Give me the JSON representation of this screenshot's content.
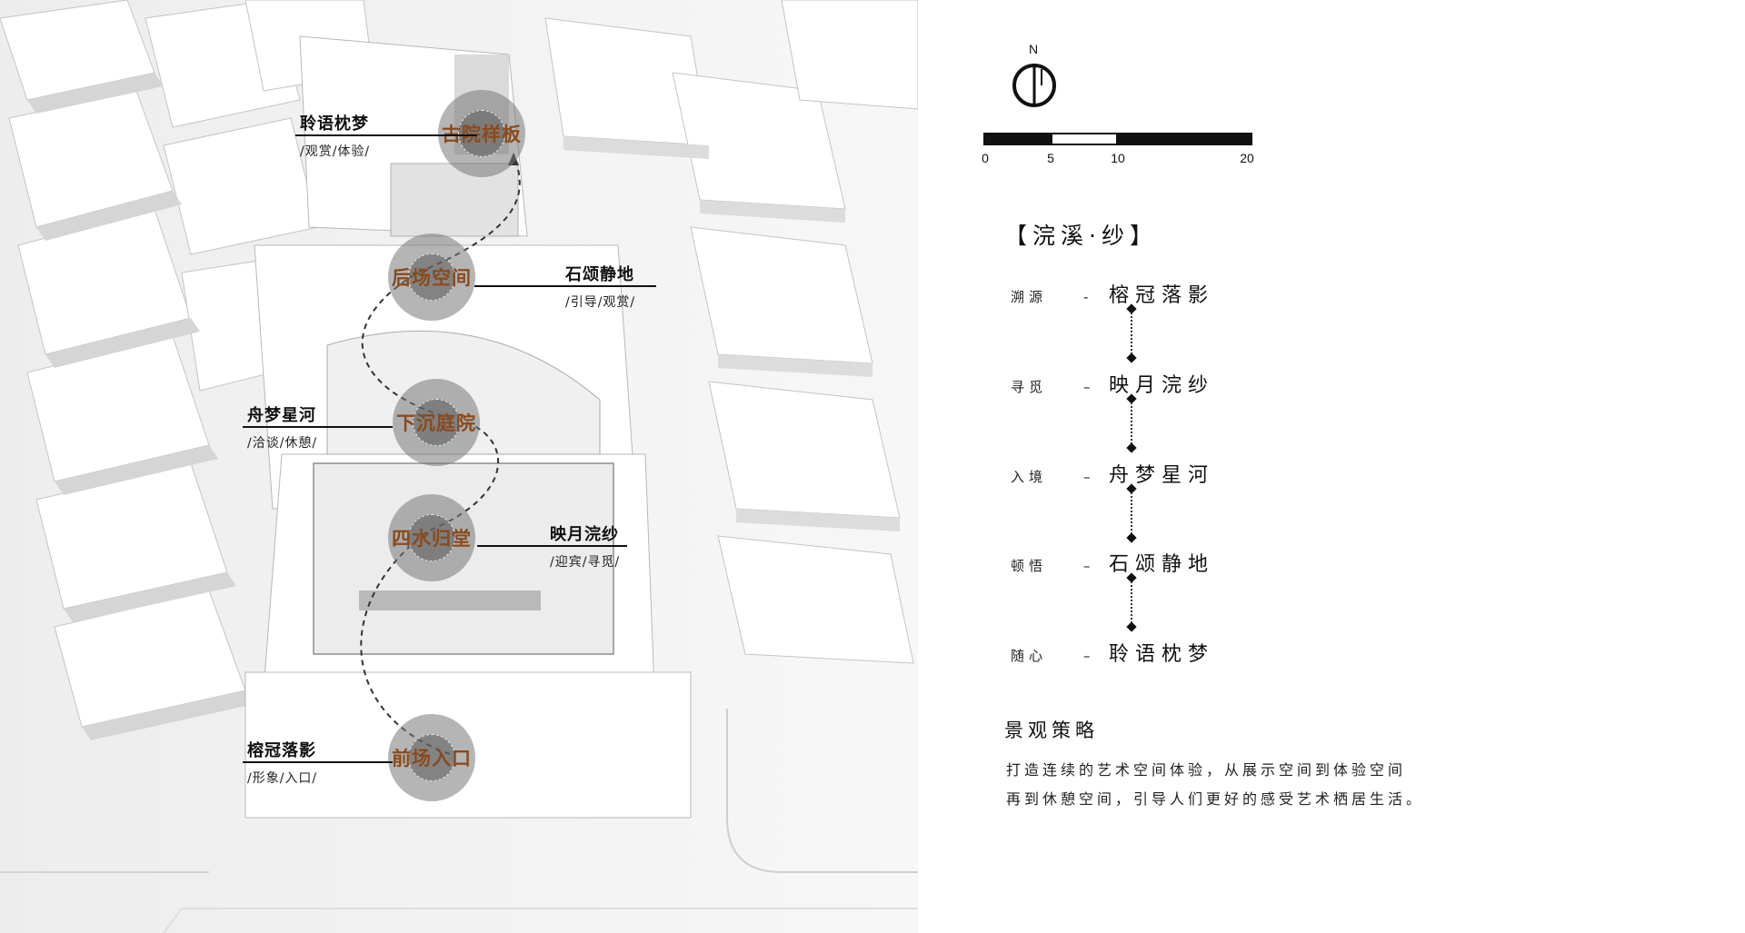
{
  "nodes": [
    {
      "label": "古院样板"
    },
    {
      "label": "后场空间"
    },
    {
      "label": "下沉庭院"
    },
    {
      "label": "四水归堂"
    },
    {
      "label": "前场入口"
    }
  ],
  "callouts": [
    {
      "title": "聆语枕梦",
      "sub": "/观赏/体验/"
    },
    {
      "title": "石颂静地",
      "sub": "/引导/观赏/"
    },
    {
      "title": "舟梦星河",
      "sub": "/洽谈/休憩/"
    },
    {
      "title": "映月浣纱",
      "sub": "/迎宾/寻觅/"
    },
    {
      "title": "榕冠落影",
      "sub": "/形象/入口/"
    }
  ],
  "compass": {
    "north": "N"
  },
  "scale": {
    "ticks": [
      "0",
      "5",
      "10",
      "20"
    ]
  },
  "section_title": "【浣溪·纱】",
  "sequence": [
    {
      "key": "溯源",
      "dash": "-",
      "value": "榕冠落影"
    },
    {
      "key": "寻觅",
      "dash": "–",
      "value": "映月浣纱"
    },
    {
      "key": "入境",
      "dash": "–",
      "value": "舟梦星河"
    },
    {
      "key": "顿悟",
      "dash": "–",
      "value": "石颂静地"
    },
    {
      "key": "随心",
      "dash": "–",
      "value": "聆语枕梦"
    }
  ],
  "strategy": {
    "title": "景观策略",
    "lines": [
      "打造连续的艺术空间体验，从展示空间到体验空间",
      "再到休憩空间，引导人们更好的感受艺术栖居生活。"
    ]
  },
  "colors": {
    "node_text": "#8a4a1c",
    "node_fill": "#7a7a7a"
  }
}
